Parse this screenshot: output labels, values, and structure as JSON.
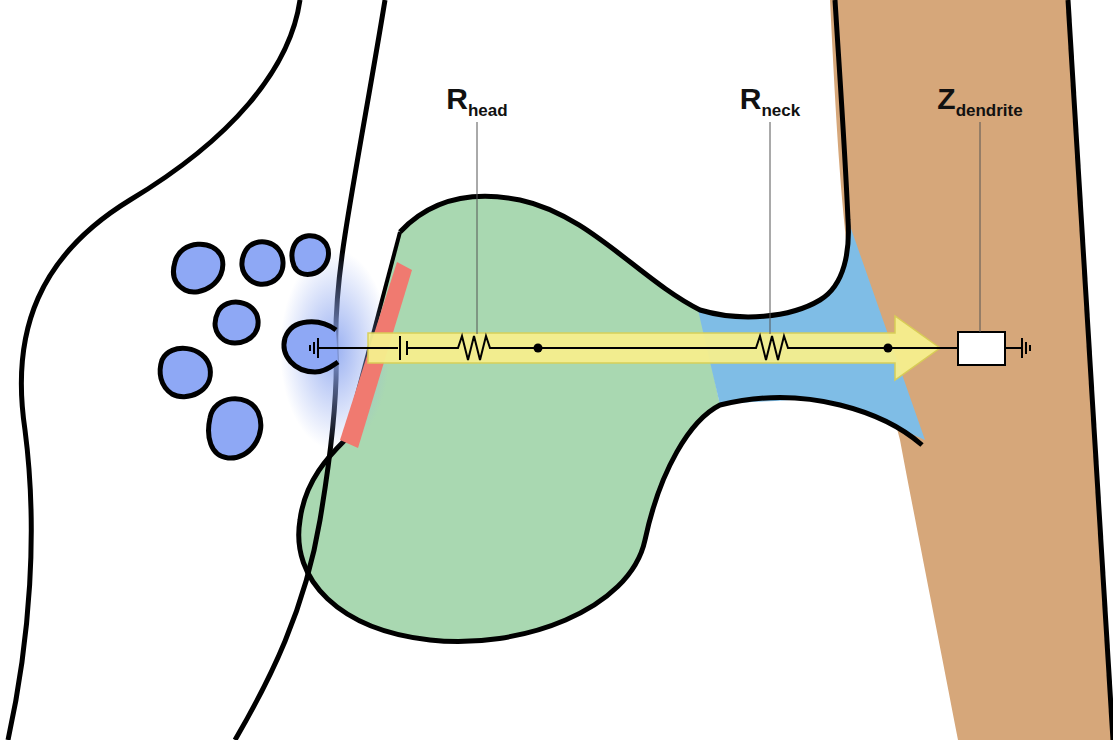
{
  "diagram": {
    "labels": [
      "R",
      "head",
      "R",
      "neck",
      "Z",
      "dendrite"
    ]
  }
}
